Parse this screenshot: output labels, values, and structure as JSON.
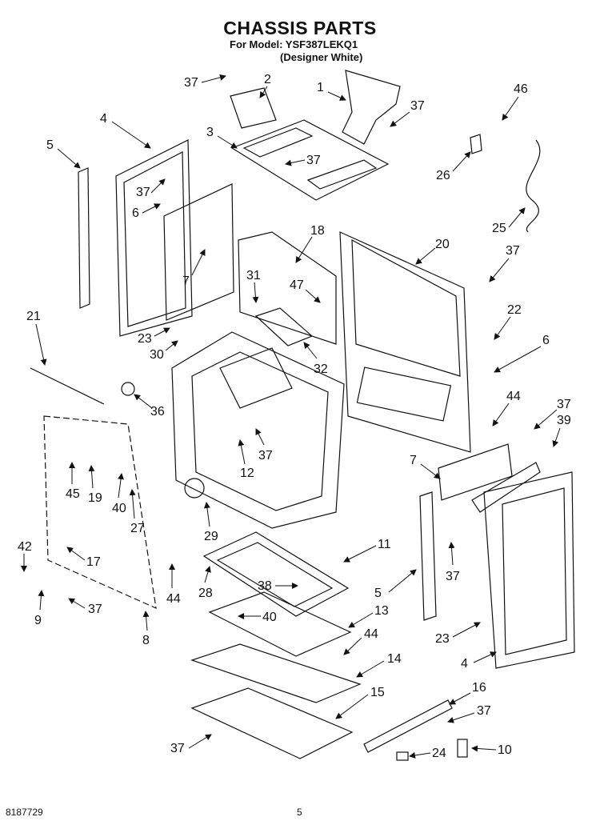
{
  "header": {
    "title": "CHASSIS PARTS",
    "model_line": "For Model: YSF387LEKQ1",
    "variant_line": "(Designer White)"
  },
  "footer": {
    "doc_number": "8187729",
    "page_number": "5"
  },
  "callouts": [
    "37",
    "2",
    "1",
    "37",
    "46",
    "4",
    "3",
    "37",
    "5",
    "37",
    "26",
    "6",
    "25",
    "18",
    "20",
    "7",
    "37",
    "31",
    "47",
    "21",
    "22",
    "23",
    "32",
    "6",
    "30",
    "36",
    "44",
    "37",
    "39",
    "7",
    "12",
    "37",
    "45",
    "19",
    "40",
    "27",
    "29",
    "5",
    "37",
    "42",
    "17",
    "11",
    "38",
    "44",
    "28",
    "9",
    "37",
    "8",
    "40",
    "13",
    "23",
    "44",
    "14",
    "4",
    "15",
    "16",
    "37",
    "37",
    "24",
    "10"
  ]
}
